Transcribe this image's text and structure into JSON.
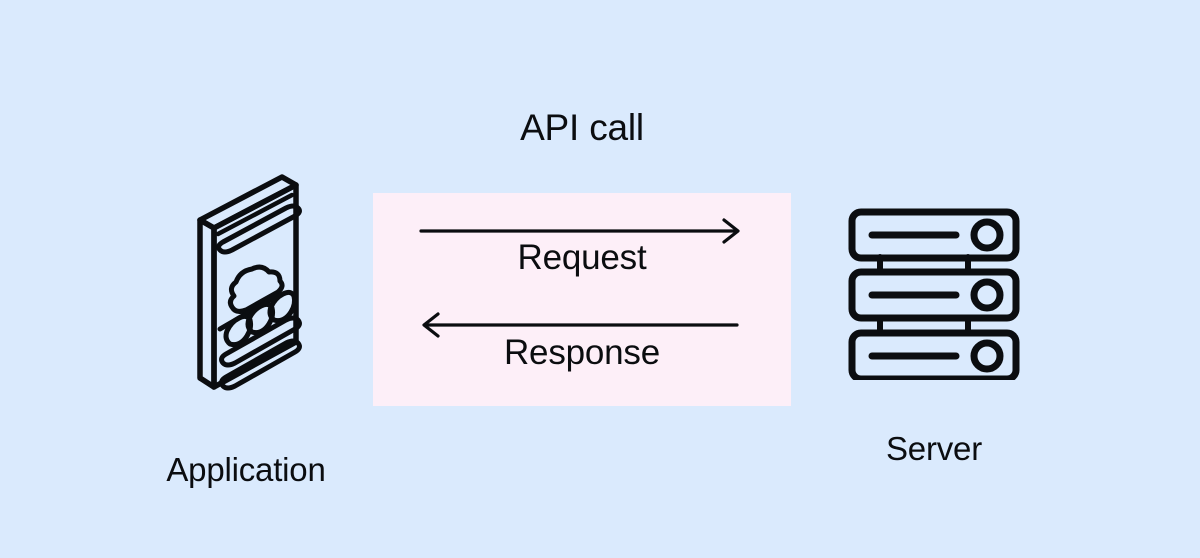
{
  "diagram": {
    "title": "API call",
    "background_color": "#daeafd",
    "stroke_color": "#0b0d10",
    "panel_color": "#fdeff8",
    "type": "sequence-flow"
  },
  "nodes": [
    {
      "id": "application",
      "caption": "Application",
      "icon": "mobile-application-icon",
      "side": "left"
    },
    {
      "id": "server",
      "caption": "Server",
      "icon": "server-rack-icon",
      "side": "right"
    }
  ],
  "exchange": {
    "panel_label": "API call",
    "flows": [
      {
        "id": "request",
        "label": "Request",
        "direction": "left-to-right",
        "from": "application",
        "to": "server"
      },
      {
        "id": "response",
        "label": "Response",
        "direction": "right-to-left",
        "from": "server",
        "to": "application"
      }
    ]
  }
}
